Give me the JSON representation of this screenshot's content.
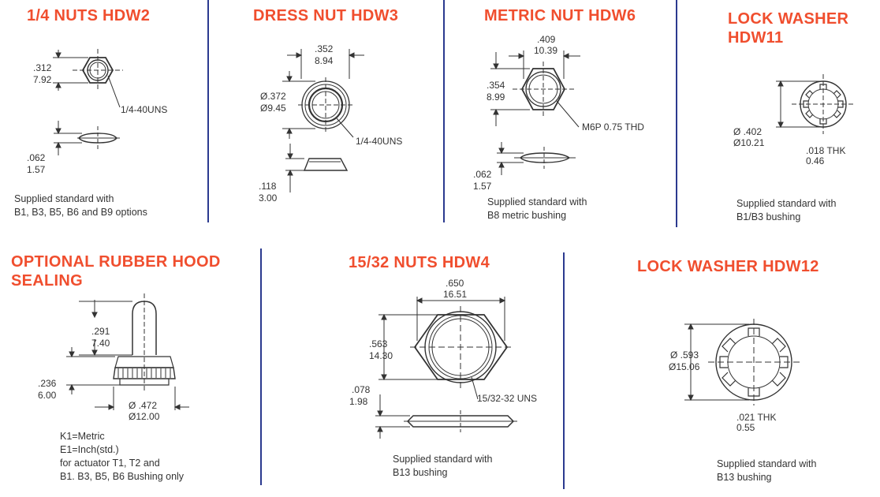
{
  "panels": {
    "hdw2": {
      "title": "1/4 NUTS HDW2",
      "dim_height": [
        ".312",
        "7.92"
      ],
      "dim_thread": "1/4-40UNS",
      "dim_thick": [
        ".062",
        "1.57"
      ],
      "note": [
        "Supplied standard with",
        "B1, B3, B5, B6 and B9 options"
      ]
    },
    "hdw3": {
      "title": "DRESS NUT HDW3",
      "dim_width": [
        ".352",
        "8.94"
      ],
      "dim_dia": [
        "Ø.372",
        "Ø9.45"
      ],
      "dim_thread": "1/4-40UNS",
      "dim_thick": [
        ".118",
        "3.00"
      ]
    },
    "hdw6": {
      "title": "METRIC NUT HDW6",
      "dim_width": [
        ".409",
        "10.39"
      ],
      "dim_height": [
        ".354",
        "8.99"
      ],
      "dim_thread": "M6P 0.75 THD",
      "dim_thick": [
        ".062",
        "1.57"
      ],
      "note": [
        "Supplied standard with",
        "B8 metric bushing"
      ]
    },
    "hdw11": {
      "title": [
        "LOCK WASHER",
        "HDW11"
      ],
      "dim_dia": [
        "Ø .402",
        "Ø10.21"
      ],
      "dim_thick": [
        ".018 THK",
        "0.46"
      ],
      "note": [
        "Supplied standard with",
        "B1/B3 bushing"
      ]
    },
    "hood": {
      "title": [
        "OPTIONAL RUBBER HOOD",
        "SEALING"
      ],
      "dim_top": [
        ".291",
        "7.40"
      ],
      "dim_base": [
        ".236",
        "6.00"
      ],
      "dim_dia": [
        "Ø .472",
        "Ø12.00"
      ],
      "note": [
        "K1=Metric",
        "E1=Inch(std.)",
        "for actuator T1, T2 and",
        "B1. B3, B5, B6 Bushing only"
      ]
    },
    "hdw4": {
      "title": "15/32 NUTS HDW4",
      "dim_width": [
        ".650",
        "16.51"
      ],
      "dim_height": [
        ".563",
        "14.30"
      ],
      "dim_thread": "15/32-32 UNS",
      "dim_thick": [
        ".078",
        "1.98"
      ],
      "note": [
        "Supplied standard with",
        "B13 bushing"
      ]
    },
    "hdw12": {
      "title": "LOCK WASHER HDW12",
      "dim_dia": [
        "Ø .593",
        "Ø15.06"
      ],
      "dim_thick": [
        ".021 THK",
        "0.55"
      ],
      "note": [
        "Supplied standard with",
        "B13 bushing"
      ]
    }
  },
  "colors": {
    "title": "#f04e2e",
    "divider": "#2b3a8f",
    "line": "#333333"
  }
}
